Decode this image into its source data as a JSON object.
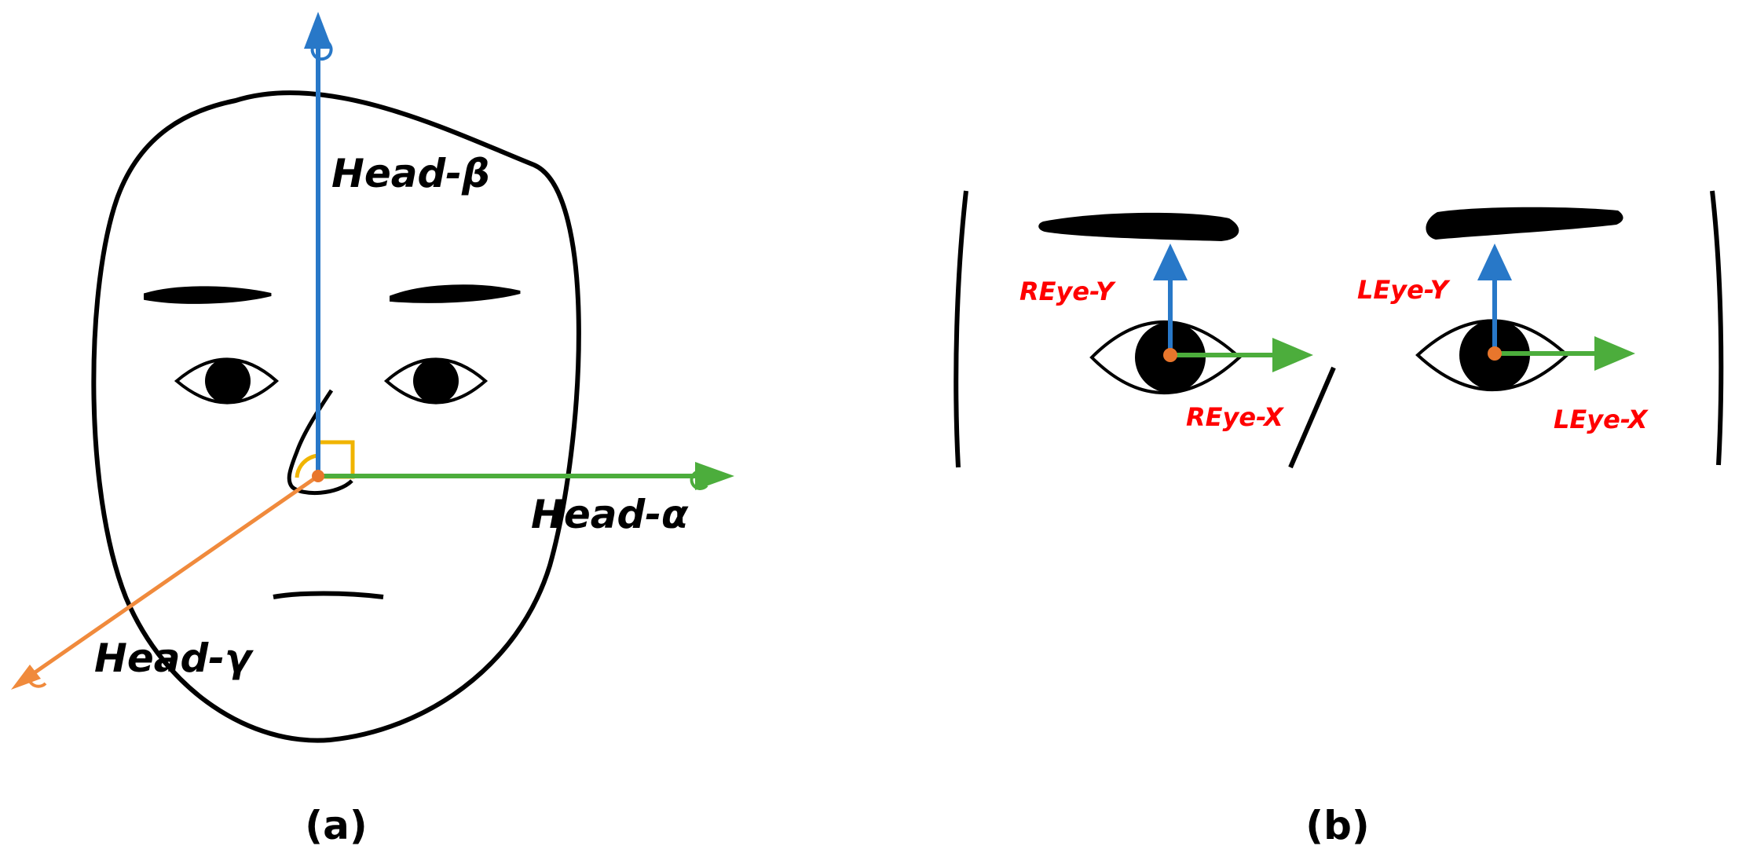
{
  "panel_a": {
    "label": "(a)",
    "axes": {
      "alpha": "Head-α",
      "beta": "Head-β",
      "gamma": "Head-γ"
    }
  },
  "panel_b": {
    "label": "(b)",
    "right_eye": {
      "y_label": "REye-Y",
      "x_label": "REye-X"
    },
    "left_eye": {
      "y_label": "LEye-Y",
      "x_label": "LEye-X"
    }
  },
  "colors": {
    "x_axis": "#4cad3c",
    "y_axis": "#2878c8",
    "z_axis": "#f08a3c",
    "origin": "#e8762c",
    "right_angle_marker": "#f0b400",
    "eye_labels": "#ff0000",
    "outline": "#000000"
  }
}
